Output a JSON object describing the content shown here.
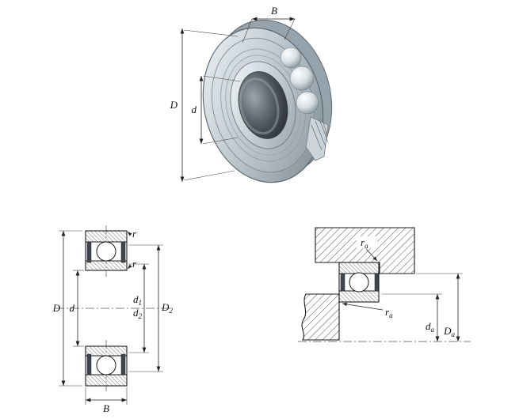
{
  "colors": {
    "background": "#ffffff",
    "line": "#1a1a1a",
    "metal_light": "#e9eef1",
    "metal_dark": "#7d8891",
    "seal": "#40464c",
    "hatch": "#555555"
  },
  "iso_view": {
    "dim_B": "B",
    "dim_D": "D",
    "dim_d": "d"
  },
  "section_view": {
    "dim_D": "D",
    "dim_d": "d",
    "dim_d1": {
      "base": "d",
      "sub": "1"
    },
    "dim_d2": {
      "base": "d",
      "sub": "2"
    },
    "dim_D2": {
      "base": "D",
      "sub": "2"
    },
    "dim_B": "B",
    "dim_r_outer": "r",
    "dim_r_inner": "r"
  },
  "mounting_view": {
    "dim_ra_housing": {
      "base": "r",
      "sub": "a"
    },
    "dim_ra_shaft": {
      "base": "r",
      "sub": "a"
    },
    "dim_da": {
      "base": "d",
      "sub": "a"
    },
    "dim_Da": {
      "base": "D",
      "sub": "a"
    }
  }
}
